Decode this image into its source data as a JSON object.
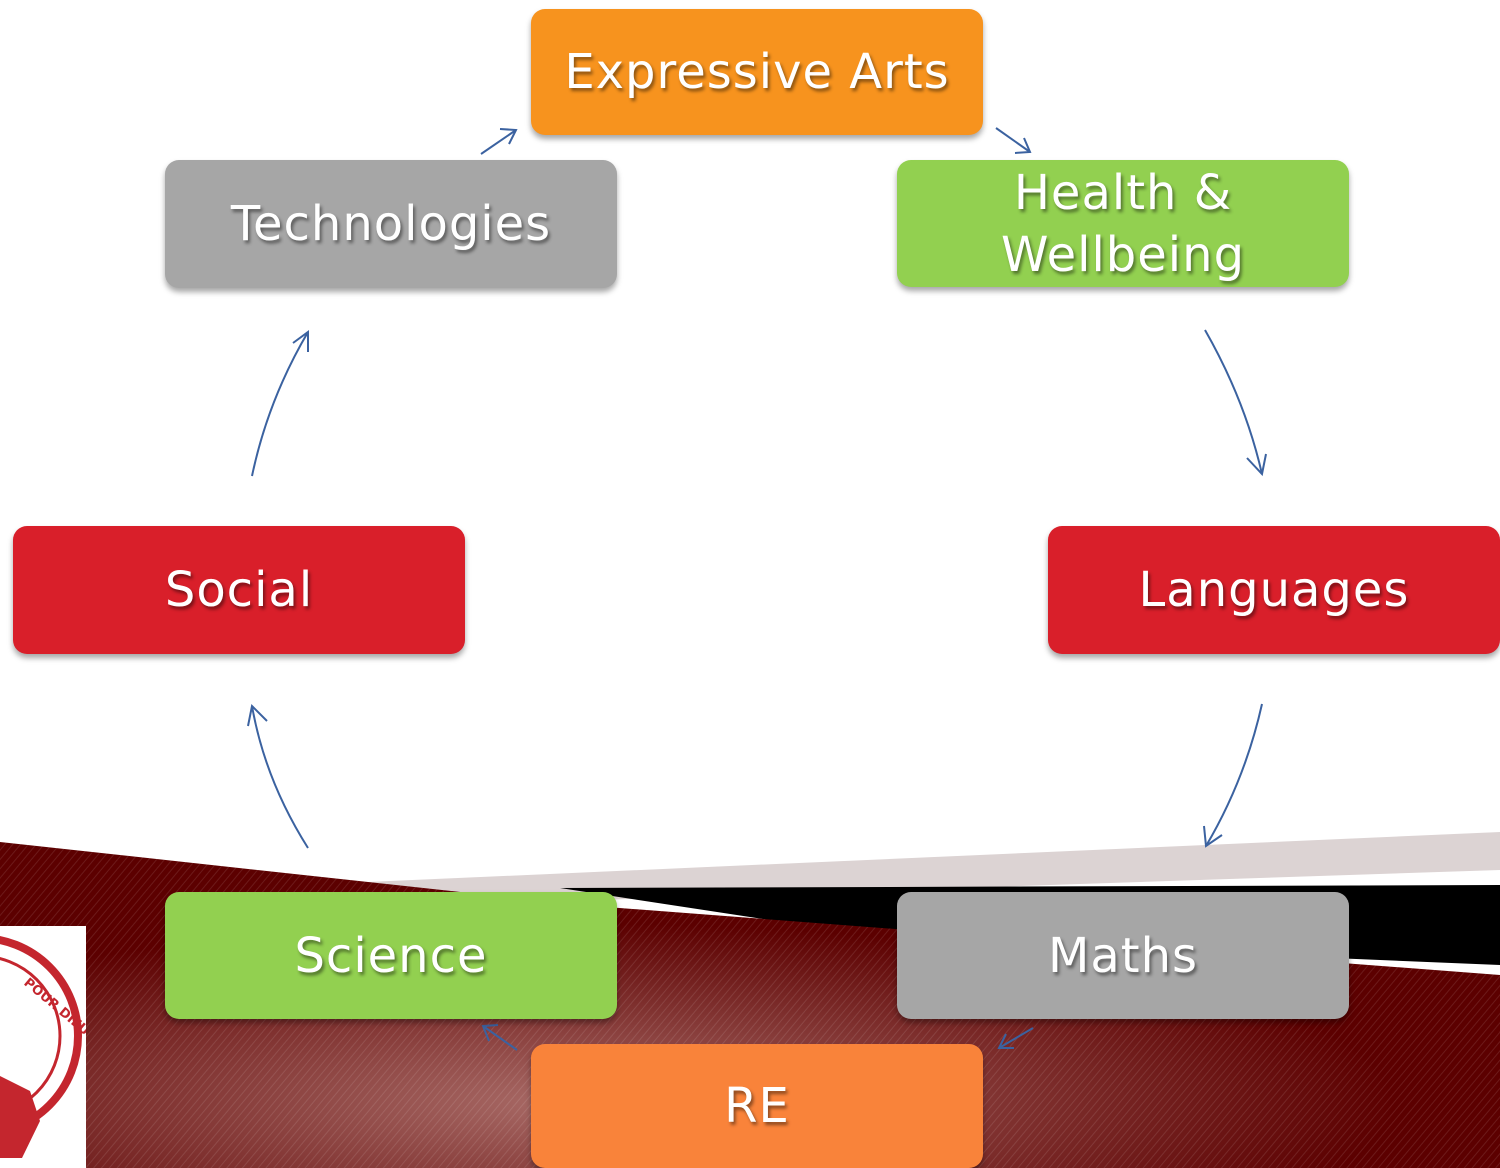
{
  "nodes": [
    {
      "id": "expressive-arts",
      "label": "Expressive Arts",
      "color": "#f7931e"
    },
    {
      "id": "health-wellbeing",
      "label": "Health &\nWellbeing",
      "color": "#92d050"
    },
    {
      "id": "languages",
      "label": "Languages",
      "color": "#d91f2a"
    },
    {
      "id": "maths",
      "label": "Maths",
      "color": "#a6a6a6"
    },
    {
      "id": "re",
      "label": "RE",
      "color": "#f9833a"
    },
    {
      "id": "science",
      "label": "Science",
      "color": "#92d050"
    },
    {
      "id": "social",
      "label": "Social",
      "color": "#d91f2a"
    },
    {
      "id": "technologies",
      "label": "Technologies",
      "color": "#a6a6a6"
    }
  ],
  "logo": {
    "text": "POUR DIEU"
  },
  "colors": {
    "arrow": "#3b62a0",
    "banner_dark": "#5c0000",
    "banner_stripe": "#d8cdcd"
  }
}
